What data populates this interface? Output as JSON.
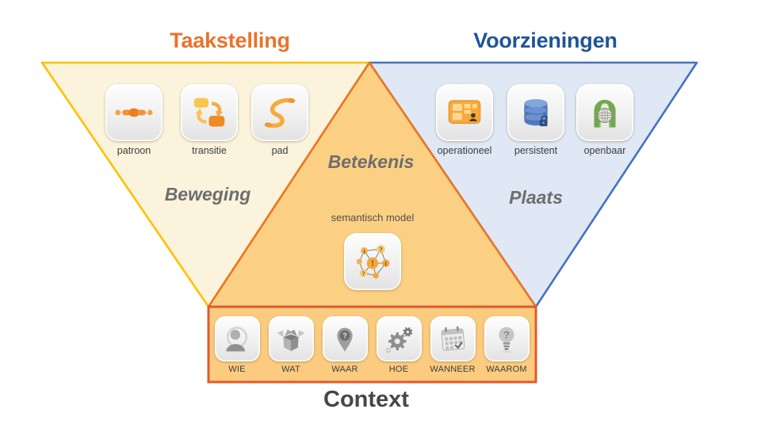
{
  "headings": {
    "tasking": "Taakstelling",
    "provisions": "Voorzieningen",
    "context": "Context"
  },
  "zones": {
    "movement": {
      "label": "Beweging",
      "items": [
        {
          "label": "patroon",
          "icon": "pattern-chain-icon"
        },
        {
          "label": "transitie",
          "icon": "transition-cycle-icon"
        },
        {
          "label": "pad",
          "icon": "path-curve-icon"
        }
      ]
    },
    "meaning": {
      "label": "Betekenis",
      "model": {
        "caption": "semantisch model",
        "icon": "semantic-network-icon"
      }
    },
    "place": {
      "label": "Plaats",
      "items": [
        {
          "label": "operationeel",
          "icon": "dashboard-card-icon"
        },
        {
          "label": "persistent",
          "icon": "database-lock-icon"
        },
        {
          "label": "openbaar",
          "icon": "globe-arch-icon"
        }
      ]
    },
    "context": {
      "items": [
        {
          "label": "WIE",
          "icon": "person-icon"
        },
        {
          "label": "WAT",
          "icon": "open-box-icon"
        },
        {
          "label": "WAAR",
          "icon": "location-pin-icon"
        },
        {
          "label": "HOE",
          "icon": "gears-icon"
        },
        {
          "label": "WANNEER",
          "icon": "calendar-icon"
        },
        {
          "label": "WAAROM",
          "icon": "question-bulb-icon"
        }
      ]
    }
  },
  "glyphs": {
    "question": "?",
    "info": "i",
    "exclamation": "!"
  },
  "colors": {
    "tasking_fill": "#FBF3DB",
    "tasking_border": "#FFC000",
    "provisions_fill": "#DFE8F4",
    "provisions_border": "#4472C4",
    "meaning_fill": "#FCD083",
    "meaning_border": "#EA7524",
    "context_fill": "#FBCC80",
    "context_border": "#E2592C",
    "heading_tasking": "#E8732A",
    "heading_provisions": "#1F5597",
    "zone_label": "#6E6E6E",
    "caption": "#3C3C3C",
    "context_heading": "#474747"
  }
}
